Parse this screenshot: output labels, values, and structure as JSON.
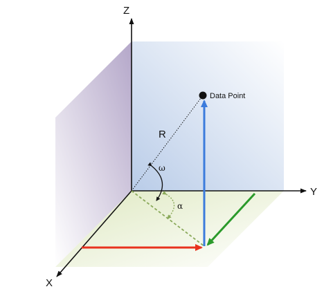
{
  "labels": {
    "z_axis": "Z",
    "y_axis": "Y",
    "x_axis": "X",
    "radius": "R",
    "omega": "ω",
    "alpha": "α",
    "data_point": "Data Point"
  },
  "colors": {
    "back_wall": "#c9d9ee",
    "left_wall": "#c7bcd6",
    "floor": "#e6efce",
    "vertical_vector": "#3b7bdc",
    "x_vector": "#e8321e",
    "y_vector": "#2b9a2b",
    "alpha_arc": "#8aa95a",
    "axis": "#111111"
  }
}
